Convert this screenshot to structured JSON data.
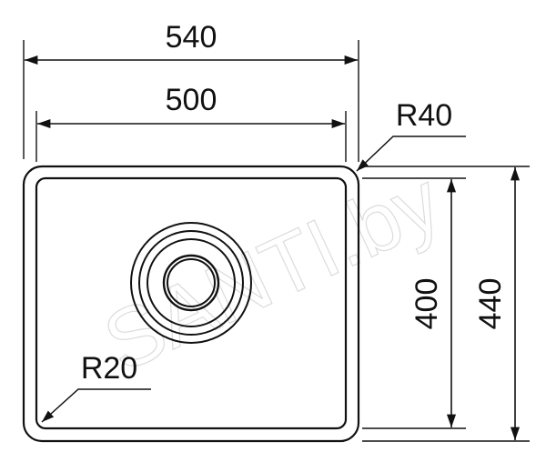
{
  "dimensions": {
    "outer_width": "540",
    "inner_width": "500",
    "outer_height": "440",
    "inner_height": "400",
    "outer_radius": "R40",
    "inner_radius": "R20"
  },
  "watermark": "SANTI.by",
  "colors": {
    "line": "#111111",
    "watermark": "#dcdcdc",
    "background": "#ffffff"
  }
}
